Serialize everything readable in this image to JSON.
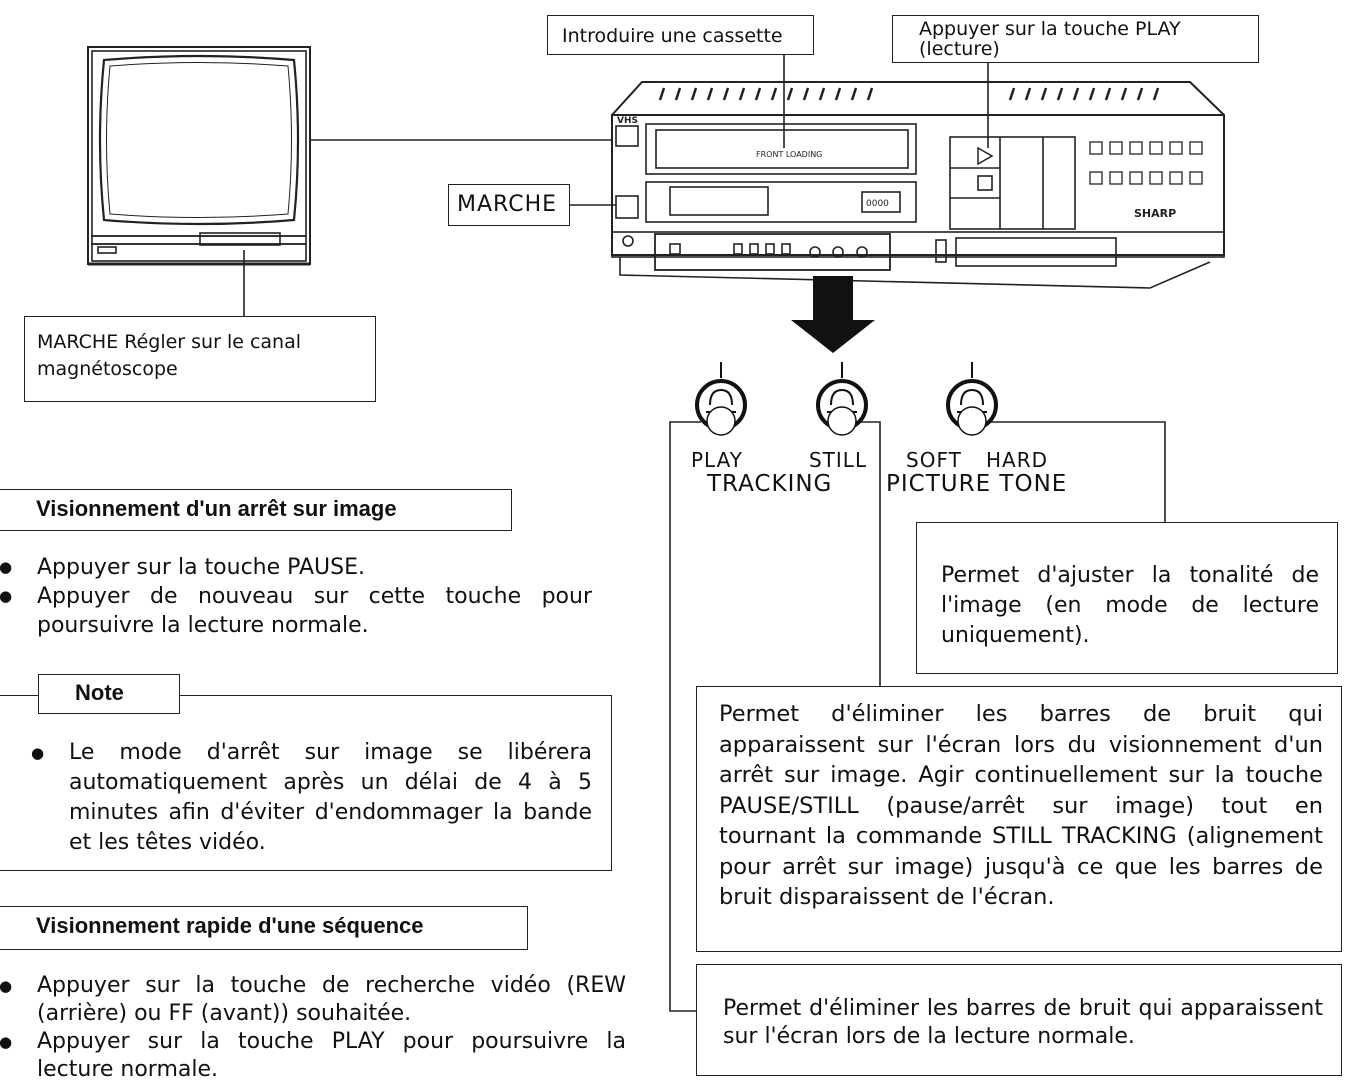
{
  "labels": {
    "insert_cassette": "Introduire une cassette",
    "press_play": "Appuyer sur la touche PLAY (lecture)",
    "marche": "MARCHE",
    "tv_note": "MARCHE Régler sur le canal magnétoscope"
  },
  "knobs": {
    "play": "PLAY",
    "still": "STILL",
    "tracking": "TRACKING",
    "soft": "SOFT",
    "hard": "HARD",
    "picture_tone": "PICTURE TONE"
  },
  "vcr": {
    "brand": "SHARP",
    "vhs": "VHS",
    "front_loading": "FRONT LOADING",
    "counter": "0000"
  },
  "sections": {
    "still_title": "Visionnement d'un arrêt sur image",
    "still_items": [
      "Appuyer sur la touche PAUSE.",
      "Appuyer de nouveau sur cette touche pour poursuivre la lecture normale."
    ],
    "note_title": "Note",
    "note_items": [
      "Le mode d'arrêt sur image se libérera automatiquement après un délai de 4 à 5 minutes afin d'éviter d'endommager la bande et les têtes vidéo."
    ],
    "search_title": "Visionnement rapide d'une séquence",
    "search_items": [
      "Appuyer sur la touche de recherche vidéo (REW (arrière) ou FF (avant)) souhaitée.",
      "Appuyer sur la touche PLAY pour poursuivre la lecture normale."
    ]
  },
  "callouts": {
    "picture_tone": "Permet d'ajuster la tonalité de l'image (en mode de lecture uniquement).",
    "still_tracking": "Permet d'éliminer les barres de bruit qui apparaissent sur l'écran lors du visionnement d'un arrêt sur image. Agir continuellement sur la touche PAUSE/STILL (pause/arrêt sur image) tout en tournant la commande STILL TRACKING (alignement pour arrêt sur image) jusqu'à ce que les barres de bruit disparaissent de l'écran.",
    "play_tracking": "Permet d'éliminer les barres de bruit qui apparaissent sur l'écran lors de la lecture normale."
  }
}
